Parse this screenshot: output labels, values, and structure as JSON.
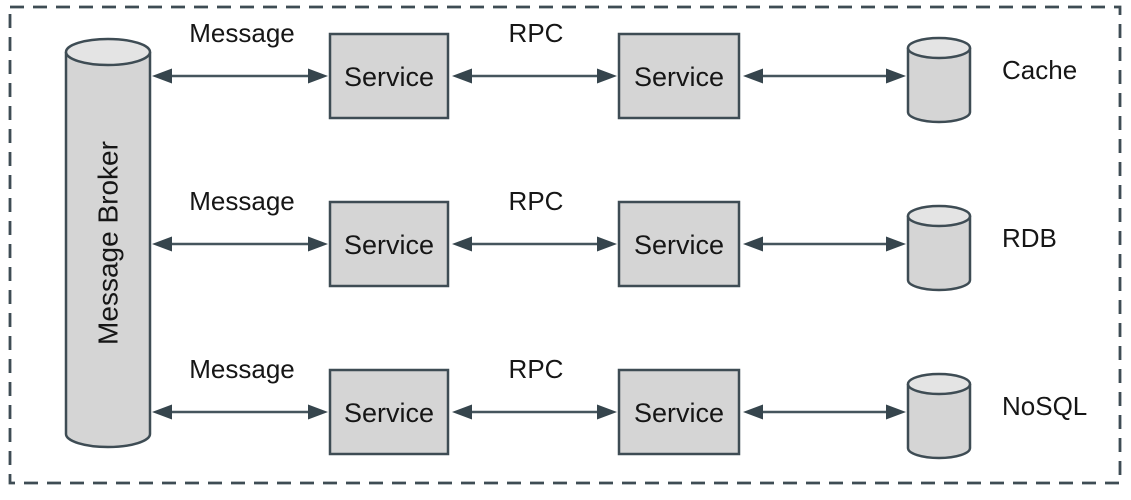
{
  "diagram": {
    "background": "#ffffff",
    "palette": {
      "node_fill": "#d5d5d5",
      "node_top_fill": "#e4e4e4",
      "stroke": "#3e4c54",
      "arrow_line": "#45555d",
      "arrowhead": "#36454d",
      "text": "#161616"
    },
    "broker": {
      "label": "Message Broker"
    },
    "rows": [
      {
        "message_label": "Message",
        "service1_label": "Service",
        "rpc_label": "RPC",
        "service2_label": "Service",
        "datastore_label": "Cache"
      },
      {
        "message_label": "Message",
        "service1_label": "Service",
        "rpc_label": "RPC",
        "service2_label": "Service",
        "datastore_label": "RDB"
      },
      {
        "message_label": "Message",
        "service1_label": "Service",
        "rpc_label": "RPC",
        "service2_label": "Service",
        "datastore_label": "NoSQL"
      }
    ]
  }
}
